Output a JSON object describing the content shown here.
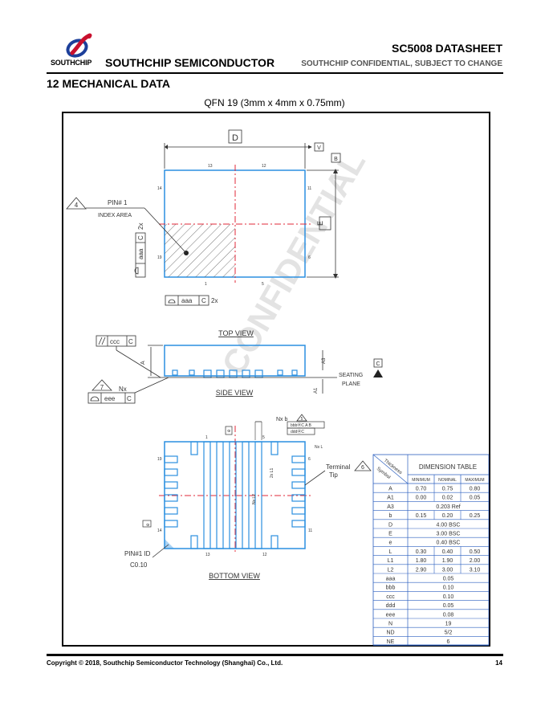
{
  "header": {
    "logo_text": "SOUTHCHIP",
    "company": "SOUTHCHIP SEMICONDUCTOR",
    "doc_title": "SC5008 DATASHEET",
    "confidential": "SOUTHCHIP CONFIDENTIAL, SUBJECT TO CHANGE"
  },
  "section": {
    "title": "12 MECHANICAL DATA"
  },
  "package": {
    "caption": "QFN 19 (3mm x 4mm x 0.75mm)"
  },
  "drawing": {
    "watermark": "CONFIDENTIAL",
    "top_view": {
      "title": "TOP VIEW",
      "dim_d": "D",
      "dim_e": "E",
      "datum_v": "V",
      "datum_b": "B",
      "pin_labels": {
        "p13": "13",
        "p12": "12",
        "p14": "14",
        "p11": "11",
        "p19": "19",
        "p6": "6",
        "p1": "1",
        "p5": "5"
      },
      "note_4": "4",
      "pin1_label": "PIN# 1",
      "index_area": "INDEX AREA",
      "tol_aaa": "aaa",
      "tol_c": "C",
      "tol_2x": "2x"
    },
    "side_view": {
      "title": "SIDE VIEW",
      "tol_ccc": "ccc",
      "tol_c": "C",
      "dim_a": "A",
      "dim_a3": "A3",
      "dim_a1": "A1",
      "seating": "SEATING",
      "plane": "PLANE",
      "datum_c": "C",
      "note_7": "7",
      "nx": "Nx",
      "tol_eee": "eee",
      "tol_c2": "C"
    },
    "bottom_view": {
      "title": "BOTTOM VIEW",
      "nxb": "Nx b",
      "note_5": "5",
      "fcf1": "bbbⓂC A B",
      "fcf2": "dddⓂC",
      "nxl": "Nx L",
      "terminal": "Terminal",
      "tip": "Tip",
      "note_6": "6",
      "pin_labels": {
        "p1": "1",
        "p5": "5",
        "p19": "19",
        "p6": "6",
        "p14": "14",
        "p11": "11",
        "p13": "13",
        "p12": "12"
      },
      "dim_e": "e",
      "dim_l": "L",
      "dim_2xl1": "2x L1",
      "dim_nxl2": "Nx L2",
      "pin1_id": "PIN#1 ID",
      "chamfer": "C0.10"
    }
  },
  "dimension_table": {
    "title": "DIMENSION TABLE",
    "corner_top": "Thickness",
    "corner_bottom": "Symbol",
    "columns": [
      "MINIMUM",
      "NOMINAL",
      "MAXIMUM"
    ],
    "rows": [
      {
        "sym": "A",
        "min": "0.70",
        "nom": "0.75",
        "max": "0.80",
        "span": ""
      },
      {
        "sym": "A1",
        "min": "0.00",
        "nom": "0.02",
        "max": "0.05",
        "span": ""
      },
      {
        "sym": "A3",
        "min": "",
        "nom": "",
        "max": "",
        "span": "0.203 Ref"
      },
      {
        "sym": "b",
        "min": "0.15",
        "nom": "0.20",
        "max": "0.25",
        "span": ""
      },
      {
        "sym": "D",
        "min": "",
        "nom": "",
        "max": "",
        "span": "4.00 BSC"
      },
      {
        "sym": "E",
        "min": "",
        "nom": "",
        "max": "",
        "span": "3.00 BSC"
      },
      {
        "sym": "e",
        "min": "",
        "nom": "",
        "max": "",
        "span": "0.40 BSC"
      },
      {
        "sym": "L",
        "min": "0.30",
        "nom": "0.40",
        "max": "0.50",
        "span": ""
      },
      {
        "sym": "L1",
        "min": "1.80",
        "nom": "1.90",
        "max": "2.00",
        "span": ""
      },
      {
        "sym": "L2",
        "min": "2.90",
        "nom": "3.00",
        "max": "3.10",
        "span": ""
      },
      {
        "sym": "aaa",
        "min": "",
        "nom": "",
        "max": "",
        "span": "0.05"
      },
      {
        "sym": "bbb",
        "min": "",
        "nom": "",
        "max": "",
        "span": "0.10"
      },
      {
        "sym": "ccc",
        "min": "",
        "nom": "",
        "max": "",
        "span": "0.10"
      },
      {
        "sym": "ddd",
        "min": "",
        "nom": "",
        "max": "",
        "span": "0.05"
      },
      {
        "sym": "eee",
        "min": "",
        "nom": "",
        "max": "",
        "span": "0.08"
      },
      {
        "sym": "N",
        "min": "",
        "nom": "",
        "max": "",
        "span": "19"
      },
      {
        "sym": "ND",
        "min": "",
        "nom": "",
        "max": "",
        "span": "5/2"
      },
      {
        "sym": "NE",
        "min": "",
        "nom": "",
        "max": "",
        "span": "6"
      }
    ]
  },
  "footer": {
    "copyright": "Copyright © 2018, Southchip Semiconductor Technology (Shanghai) Co., Ltd.",
    "page": "14"
  },
  "colors": {
    "outline": "#2b8fe0",
    "dash": "#e0283a",
    "ink": "#333333",
    "logo_red": "#c8102e",
    "logo_blue": "#1d3f9a"
  }
}
